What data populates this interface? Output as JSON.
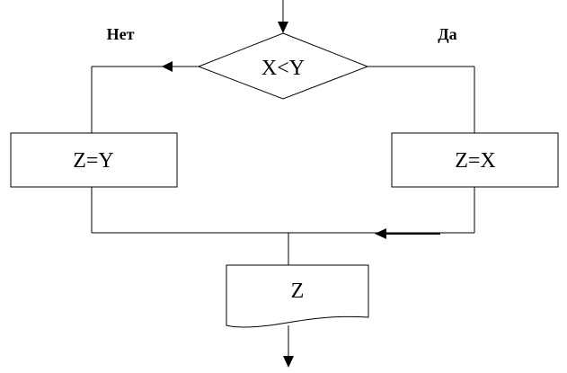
{
  "diagram": {
    "decision": {
      "label": "X<Y"
    },
    "branch_no": {
      "label": "Нет"
    },
    "branch_yes": {
      "label": "Да"
    },
    "process_no": {
      "label": "Z=Y"
    },
    "process_yes": {
      "label": "Z=X"
    },
    "output": {
      "label": "Z"
    },
    "colors": {
      "stroke": "#000000",
      "fill": "#ffffff"
    }
  }
}
